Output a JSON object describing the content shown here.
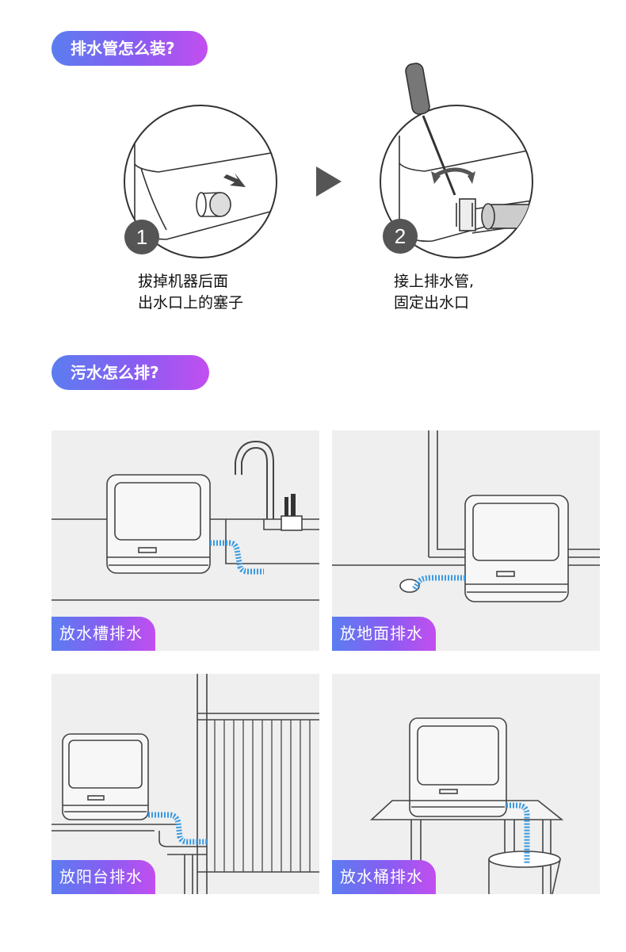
{
  "section1": {
    "title": "排水管怎么装?"
  },
  "steps": [
    {
      "number": "1",
      "line1": "拔掉机器后面",
      "line2": "出水口上的塞子"
    },
    {
      "number": "2",
      "line1": "接上排水管,",
      "line2": "固定出水口"
    }
  ],
  "section2": {
    "title": "污水怎么排?"
  },
  "panels": [
    {
      "label": "放水槽排水"
    },
    {
      "label": "放地面排水"
    },
    {
      "label": "放阳台排水"
    },
    {
      "label": "放水桶排水"
    }
  ],
  "colors": {
    "accent_start": "#5b7df0",
    "accent_end": "#c24fef",
    "hose": "#3a9ae0"
  }
}
